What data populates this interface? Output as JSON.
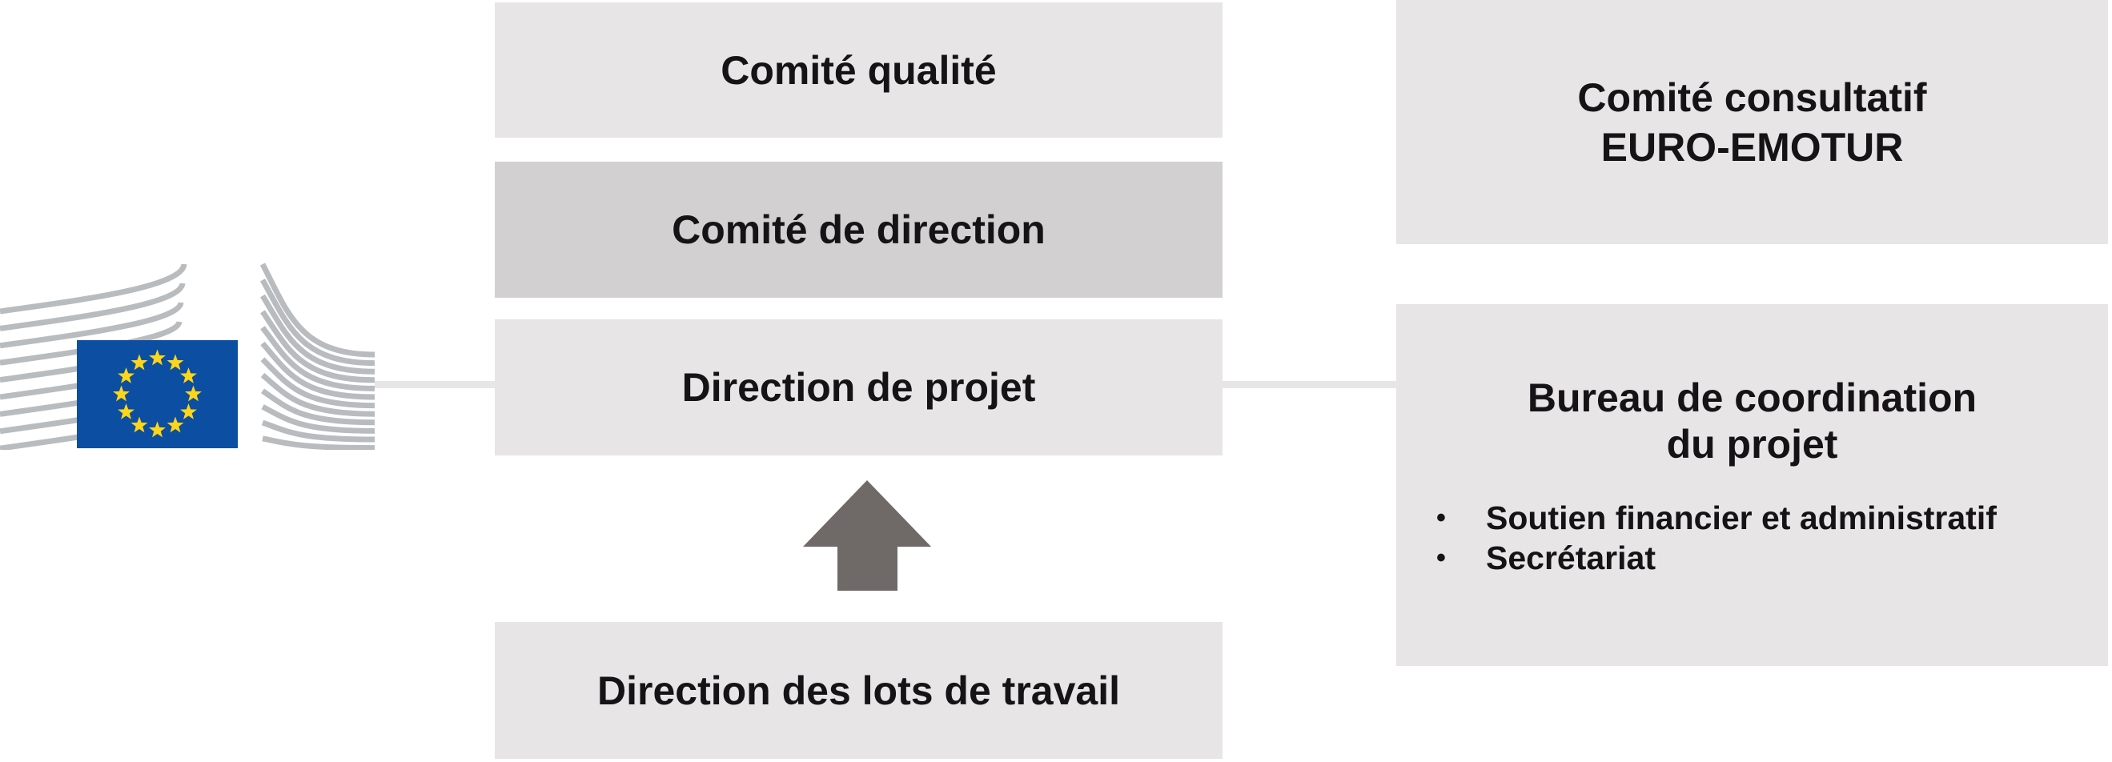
{
  "colors": {
    "background": "#ffffff",
    "box-light": "#e7e5e6",
    "box-dark": "#d2d0d1",
    "text-dark": "#161317",
    "arrow-gray": "#6f6968",
    "logo-gray": "#b9bcbe",
    "flag-blue": "#0b4ea2",
    "star-yellow": "#ffd617",
    "connector-gray": "#e7e5e6"
  },
  "icons": {
    "bullet": "•"
  },
  "center_column": {
    "boxes": [
      {
        "label": "Comité qualité"
      },
      {
        "label": "Comité de direction"
      },
      {
        "label": "Direction de projet"
      },
      {
        "label": "Direction des lots de travail"
      }
    ]
  },
  "right_column": {
    "advisory_box": {
      "line1": "Comité consultatif",
      "line2": "EURO-EMOTUR"
    },
    "coordination_box": {
      "title_line1": "Bureau de coordination",
      "title_line2": "du projet",
      "bullets": [
        "Soutien financier et administratif",
        "Secrétariat"
      ]
    }
  }
}
